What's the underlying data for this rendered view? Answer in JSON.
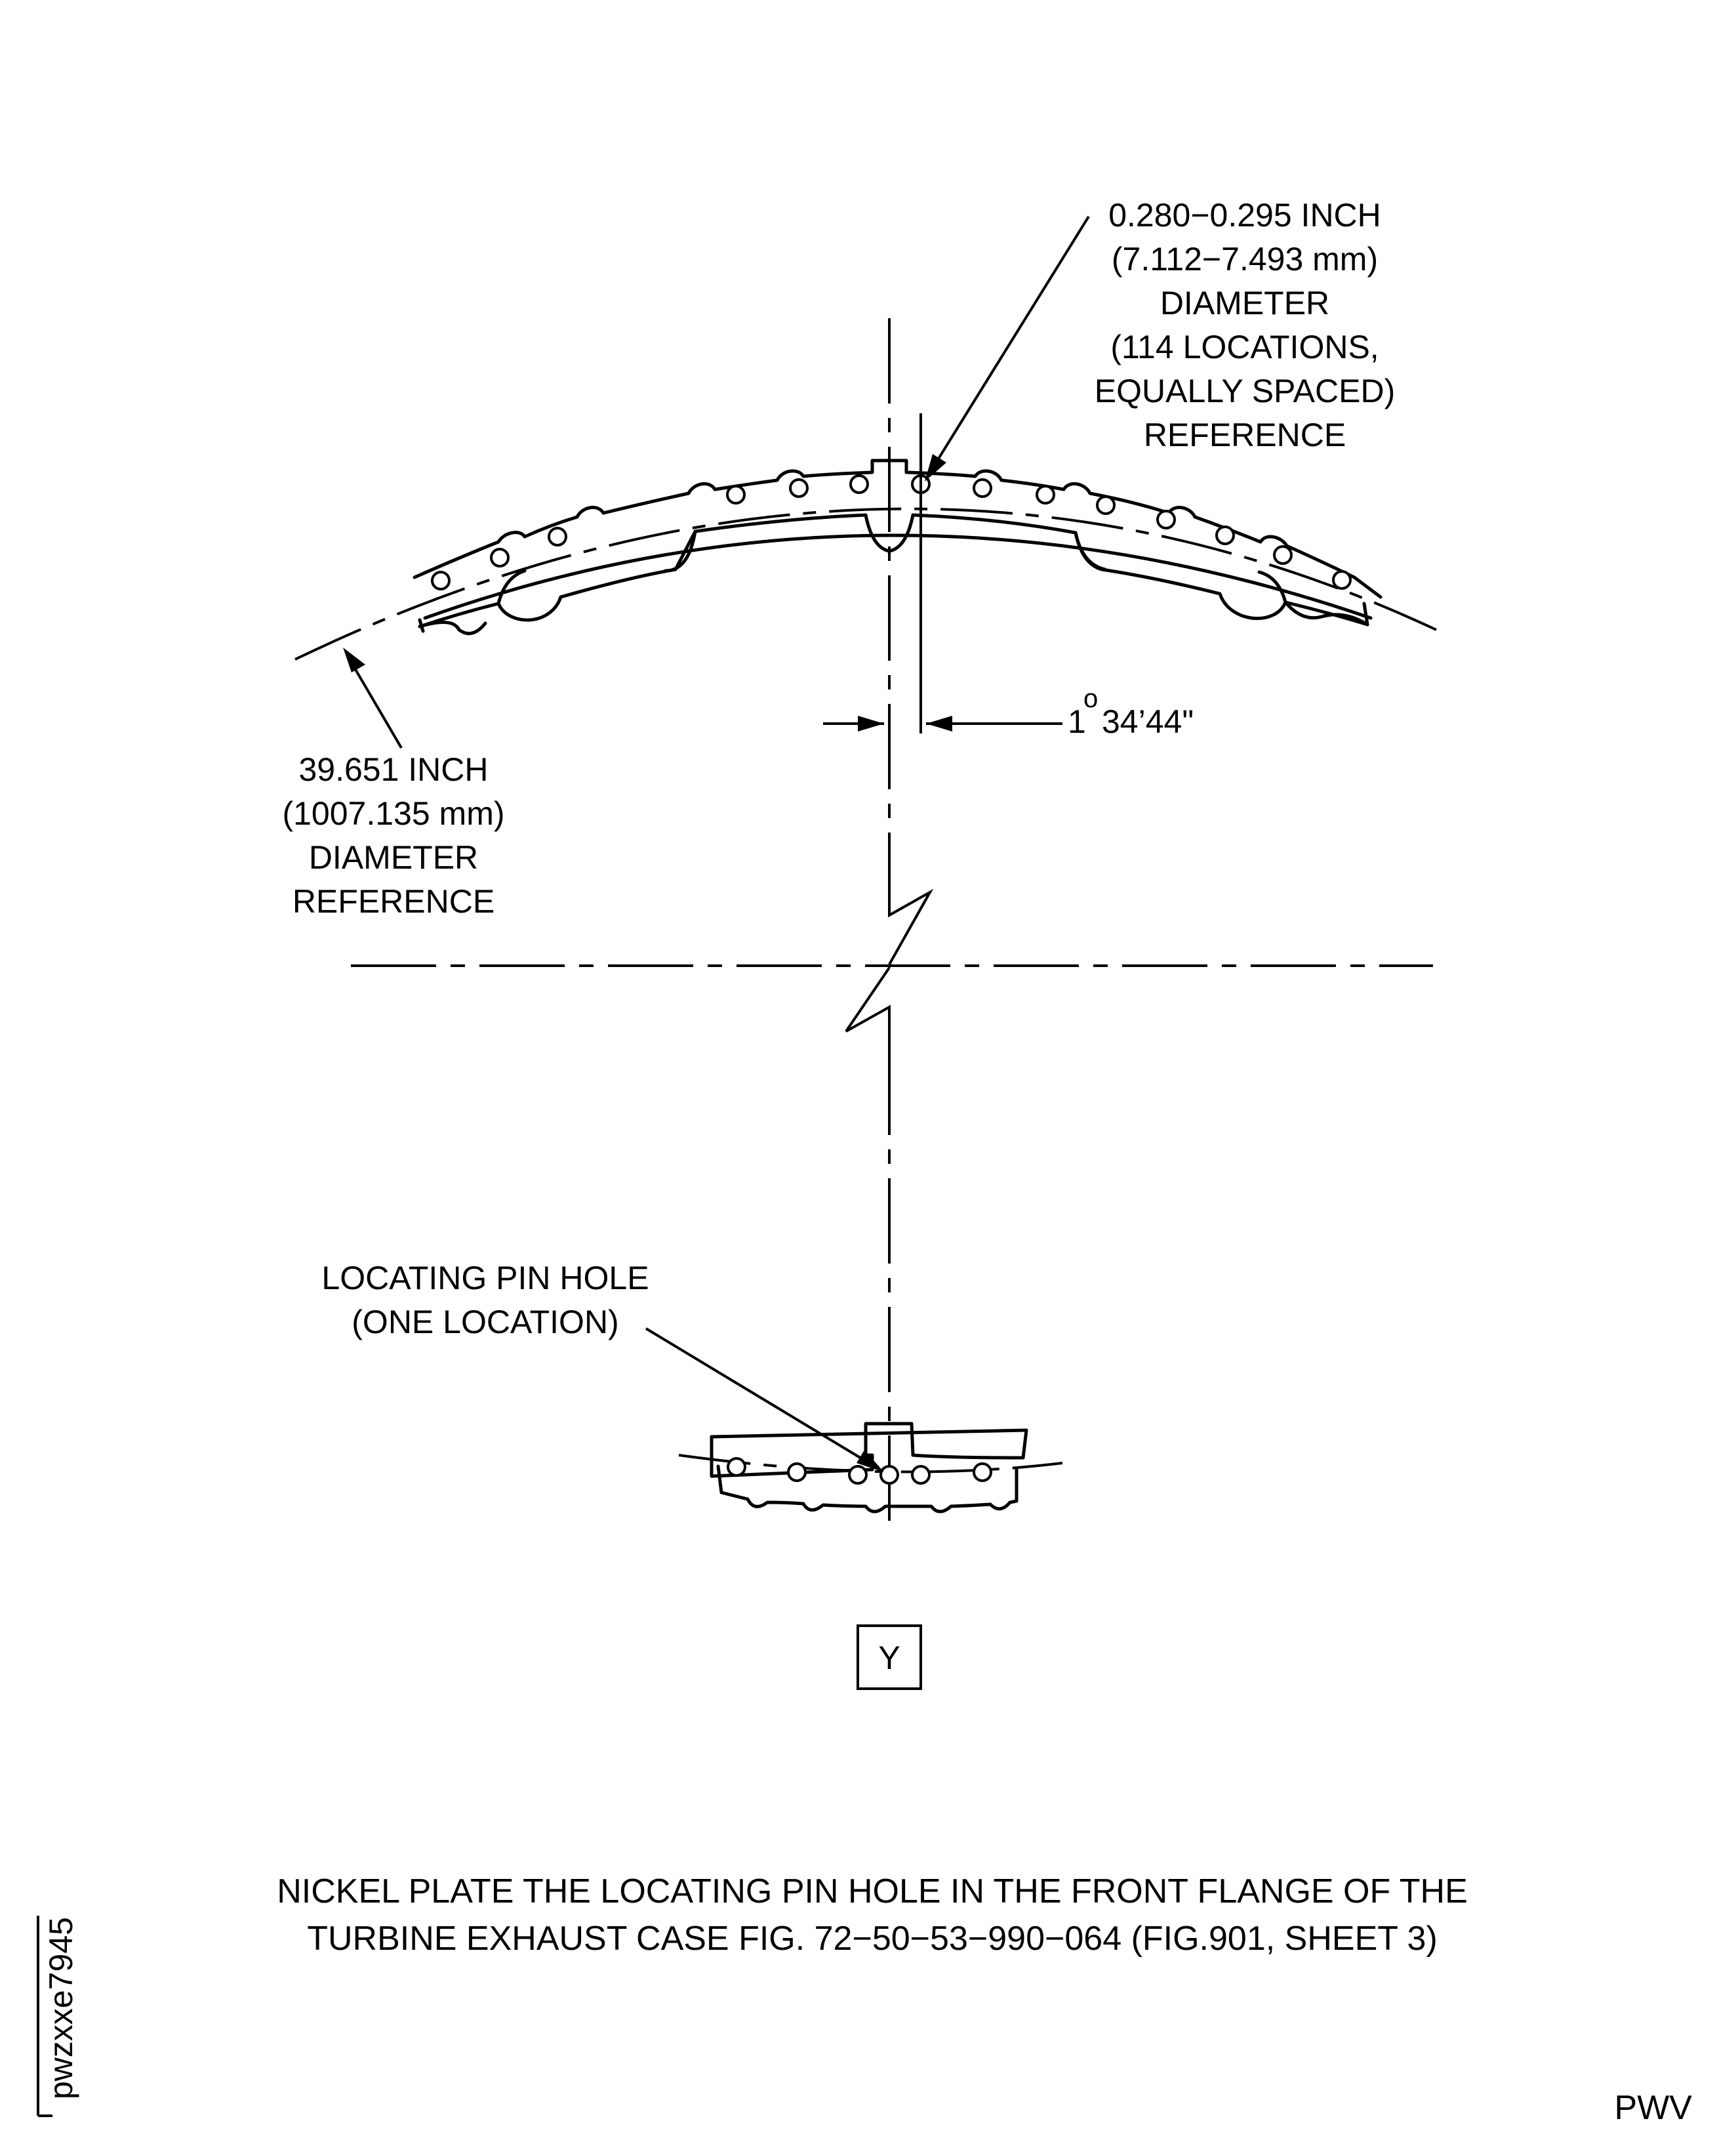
{
  "labels": {
    "hole_diameter": [
      "0.280−0.295 INCH",
      "(7.112−7.493 mm)",
      "DIAMETER",
      "(114 LOCATIONS,",
      "EQUALLY SPACED)",
      "REFERENCE"
    ],
    "angle": {
      "deg": "1",
      "degree_mark": "o",
      "rest": "34’44\""
    },
    "bolt_circle": [
      "39.651 INCH",
      "(1007.135 mm)",
      "DIAMETER",
      "REFERENCE"
    ],
    "pin_hole": [
      "LOCATING PIN HOLE",
      "(ONE LOCATION)"
    ],
    "view_letter": "Y"
  },
  "caption": [
    "NICKEL PLATE THE LOCATING PIN HOLE IN THE FRONT FLANGE OF THE",
    "TURBINE EXHAUST CASE FIG. 72−50−53−990−064 (FIG.901, SHEET 3)"
  ],
  "side_code": "pwzxxe7945",
  "corner_code": "PWV"
}
